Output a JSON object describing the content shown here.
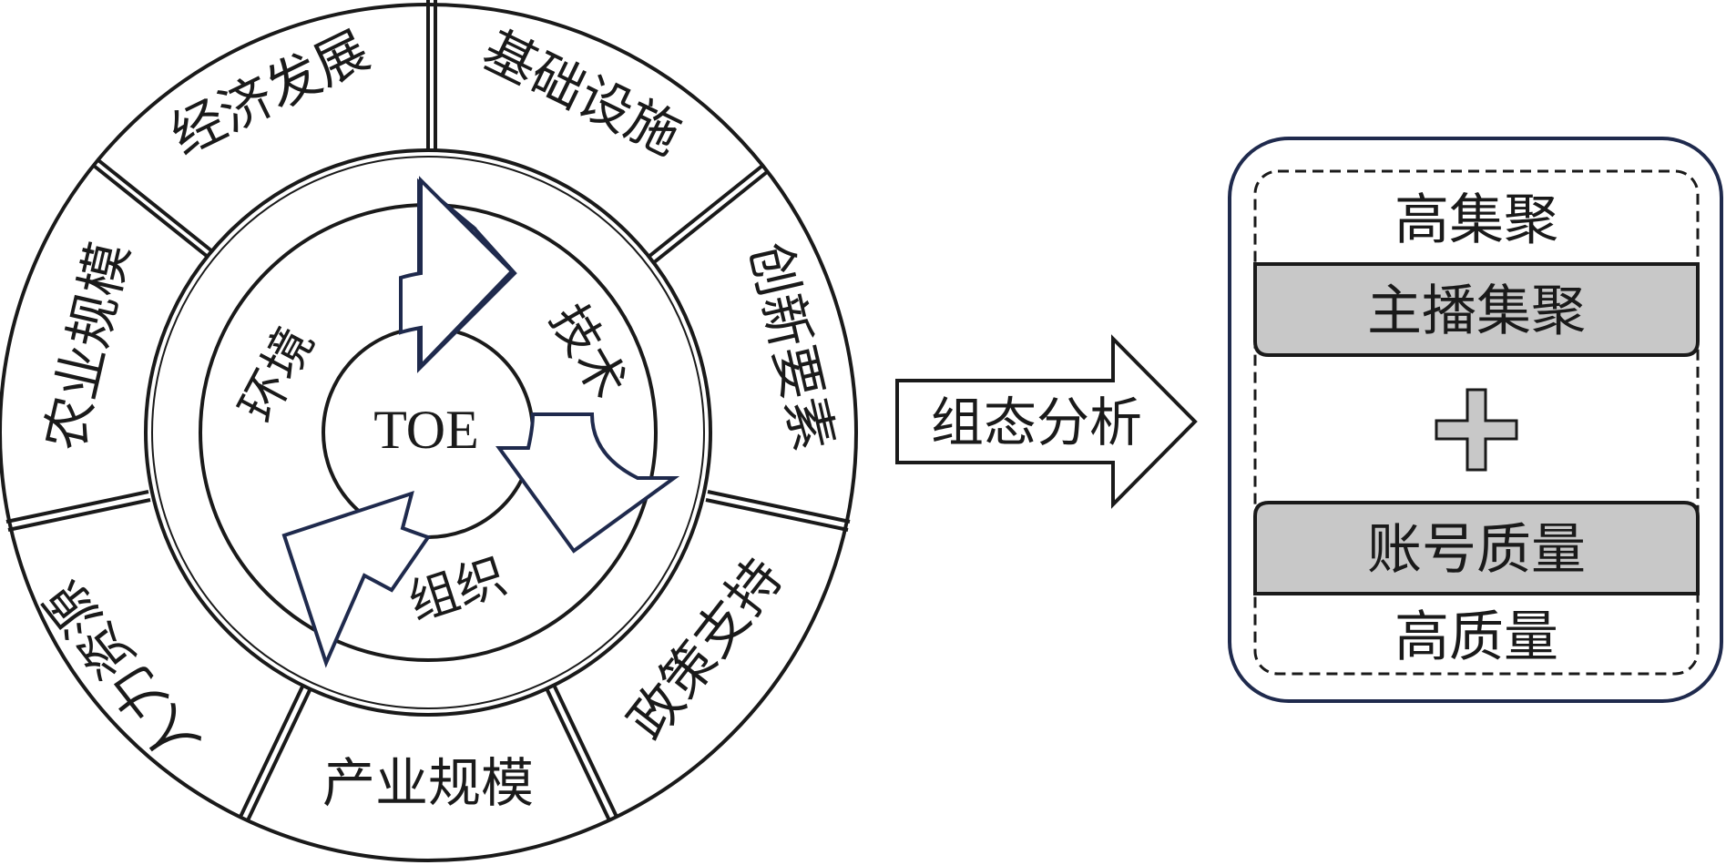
{
  "outer_ring": {
    "segments": [
      {
        "label": "经济发展"
      },
      {
        "label": "基础设施"
      },
      {
        "label": "创新要素"
      },
      {
        "label": "政策支持"
      },
      {
        "label": "产业规模"
      },
      {
        "label": "人力资源"
      },
      {
        "label": "农业规模"
      }
    ]
  },
  "middle_ring": {
    "labels": {
      "technology": "技术",
      "organization": "组织",
      "environment": "环境"
    }
  },
  "center": {
    "label": "TOE"
  },
  "flow_arrow": {
    "label": "组态分析"
  },
  "result_panel": {
    "top_label": "高集聚",
    "box1": "主播集聚",
    "box2": "账号质量",
    "bottom_label": "高质量",
    "plus_symbol": "+"
  },
  "colors": {
    "stroke": "#1a1a1a",
    "arrow_stroke": "#1f2a4d",
    "panel_border": "#1f2a4d",
    "box_fill": "#c8c8c8"
  }
}
